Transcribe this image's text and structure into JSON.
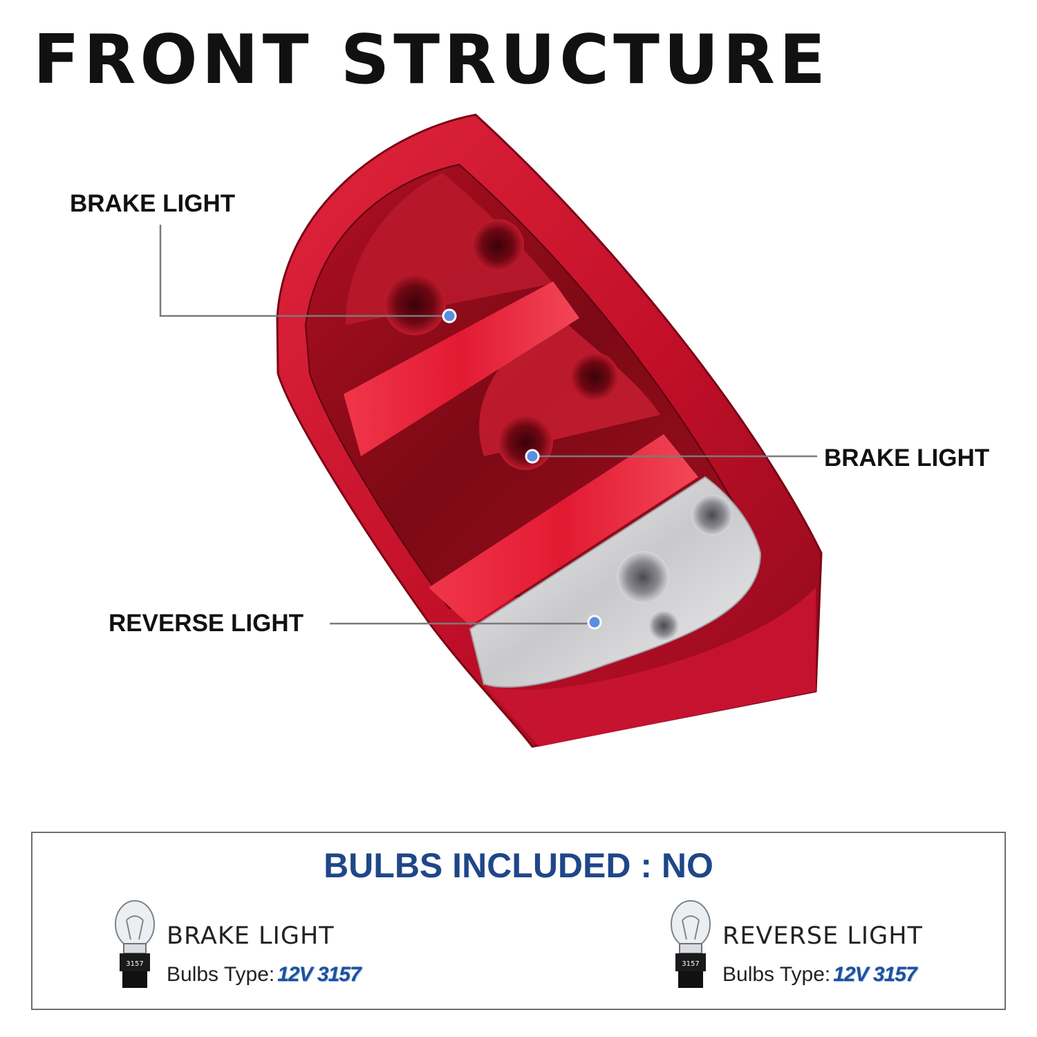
{
  "title": "FRONT STRUCTURE",
  "callouts": {
    "top_brake_label": "BRAKE LIGHT",
    "middle_brake_label": "BRAKE LIGHT",
    "reverse_label": "REVERSE LIGHT"
  },
  "bulbs_box": {
    "heading": "BULBS INCLUDED : NO",
    "items": [
      {
        "name": "BRAKE LIGHT",
        "type_label": "Bulbs Type:",
        "type_value": "12V 3157",
        "socket_text": "3157"
      },
      {
        "name": "REVERSE LIGHT",
        "type_label": "Bulbs Type:",
        "type_value": "12V 3157",
        "socket_text": "3157"
      }
    ]
  },
  "colors": {
    "title_text": "#111111",
    "heading_blue": "#1f4788",
    "bulb_type_blue": "#1f4f9a",
    "lamp_red": "#c8102e",
    "marker_blue": "#5a8fe0",
    "leader_line": "#7a7a7a"
  }
}
